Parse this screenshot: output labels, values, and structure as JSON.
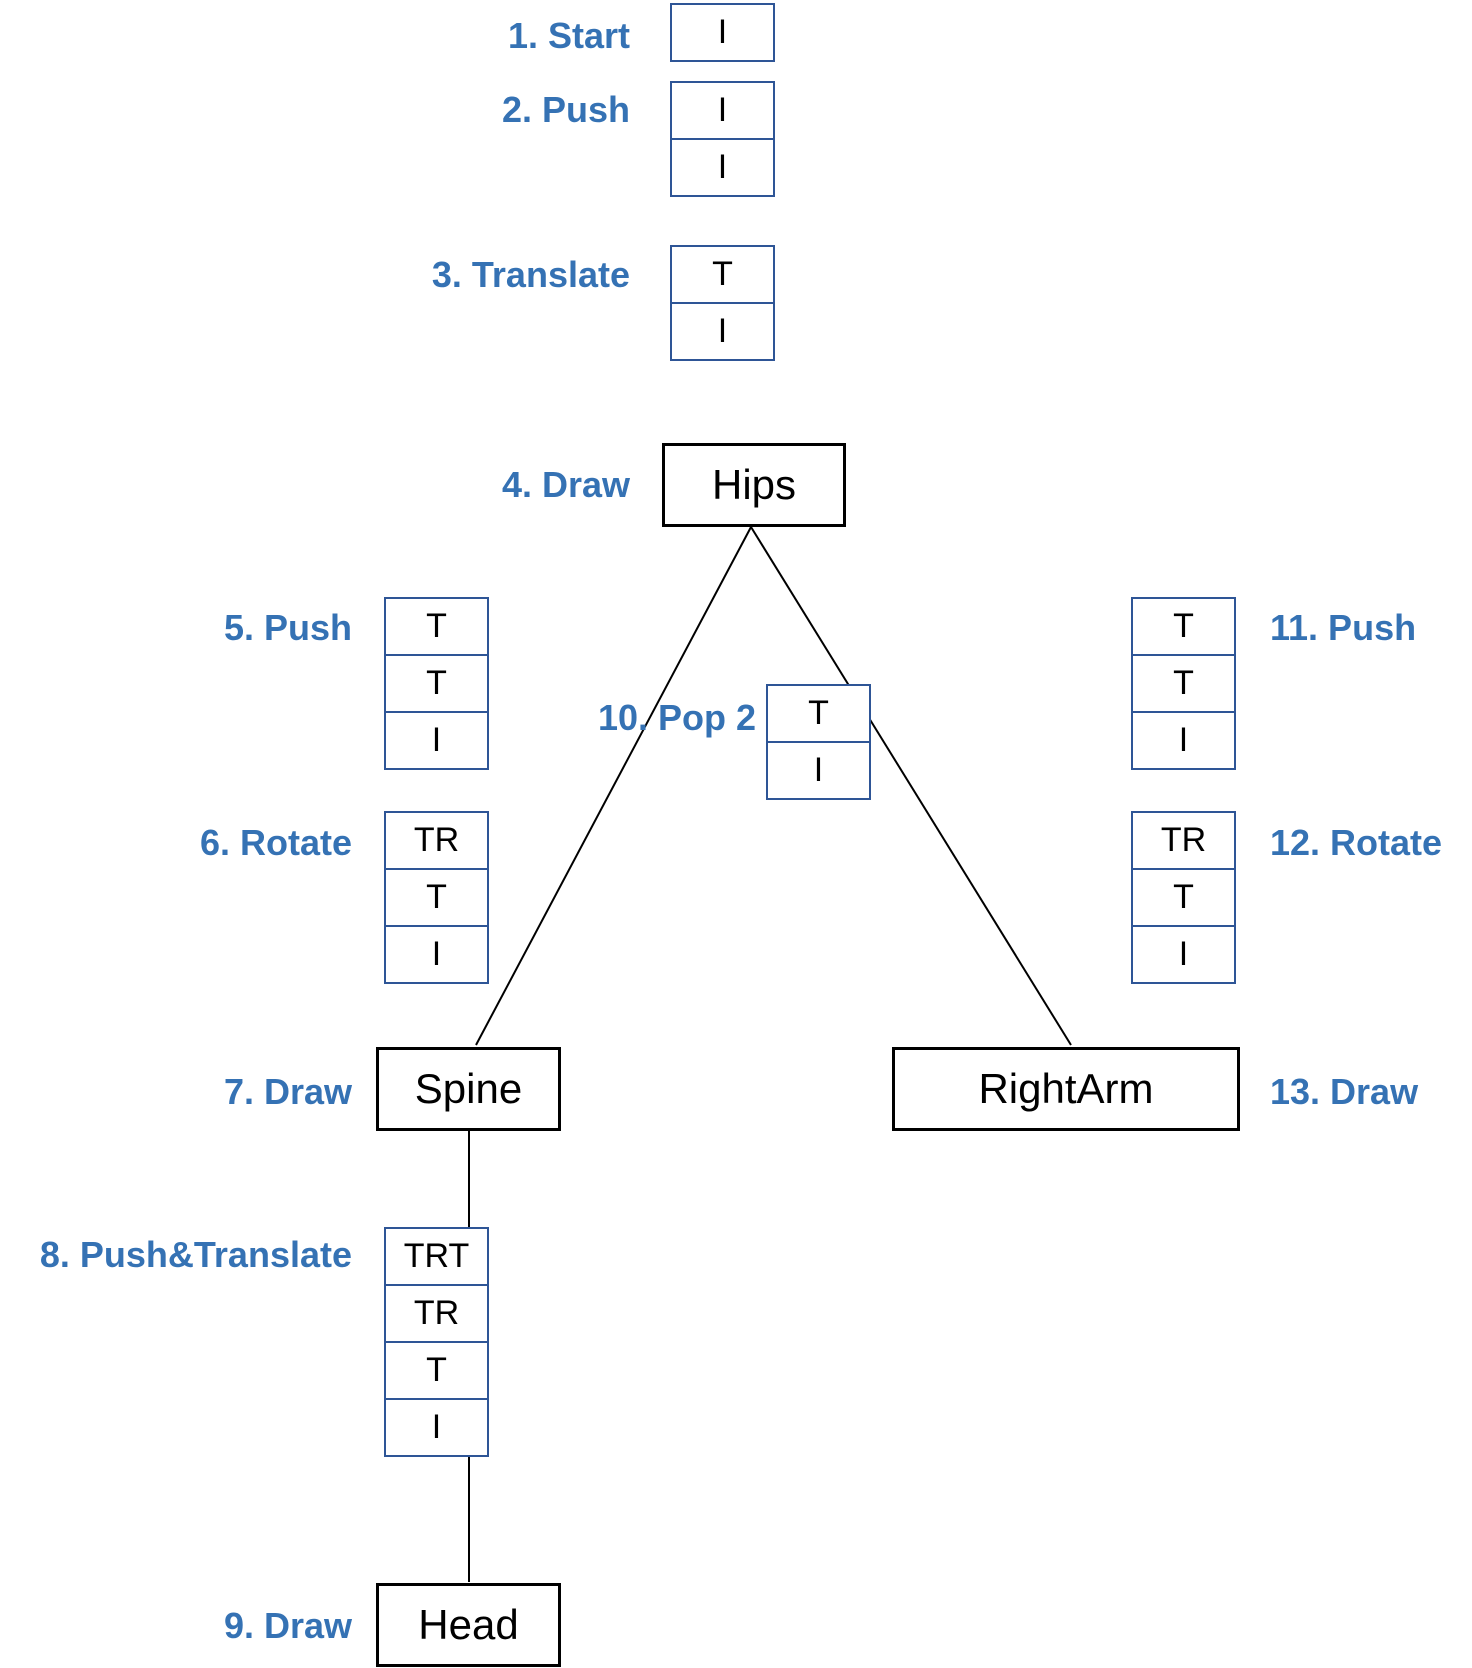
{
  "steps": [
    {
      "id": "s1",
      "label": "1. Start",
      "stack": [
        "I"
      ]
    },
    {
      "id": "s2",
      "label": "2. Push",
      "stack": [
        "I",
        "I"
      ]
    },
    {
      "id": "s3",
      "label": "3. Translate",
      "stack": [
        "T",
        "I"
      ]
    },
    {
      "id": "s4",
      "label": "4. Draw"
    },
    {
      "id": "s5",
      "label": "5. Push",
      "stack": [
        "T",
        "T",
        "I"
      ]
    },
    {
      "id": "s6",
      "label": "6. Rotate",
      "stack": [
        "TR",
        "T",
        "I"
      ]
    },
    {
      "id": "s7",
      "label": "7. Draw"
    },
    {
      "id": "s8",
      "label": "8. Push&Translate",
      "stack": [
        "TRT",
        "TR",
        "T",
        "I"
      ]
    },
    {
      "id": "s9",
      "label": "9. Draw"
    },
    {
      "id": "s10",
      "label": "10. Pop 2",
      "stack": [
        "T",
        "I"
      ]
    },
    {
      "id": "s11",
      "label": "11. Push",
      "stack": [
        "T",
        "T",
        "I"
      ]
    },
    {
      "id": "s12",
      "label": "12. Rotate",
      "stack": [
        "TR",
        "T",
        "I"
      ]
    },
    {
      "id": "s13",
      "label": "13. Draw"
    }
  ],
  "nodes": {
    "hips": "Hips",
    "spine": "Spine",
    "head": "Head",
    "rightarm": "RightArm"
  }
}
